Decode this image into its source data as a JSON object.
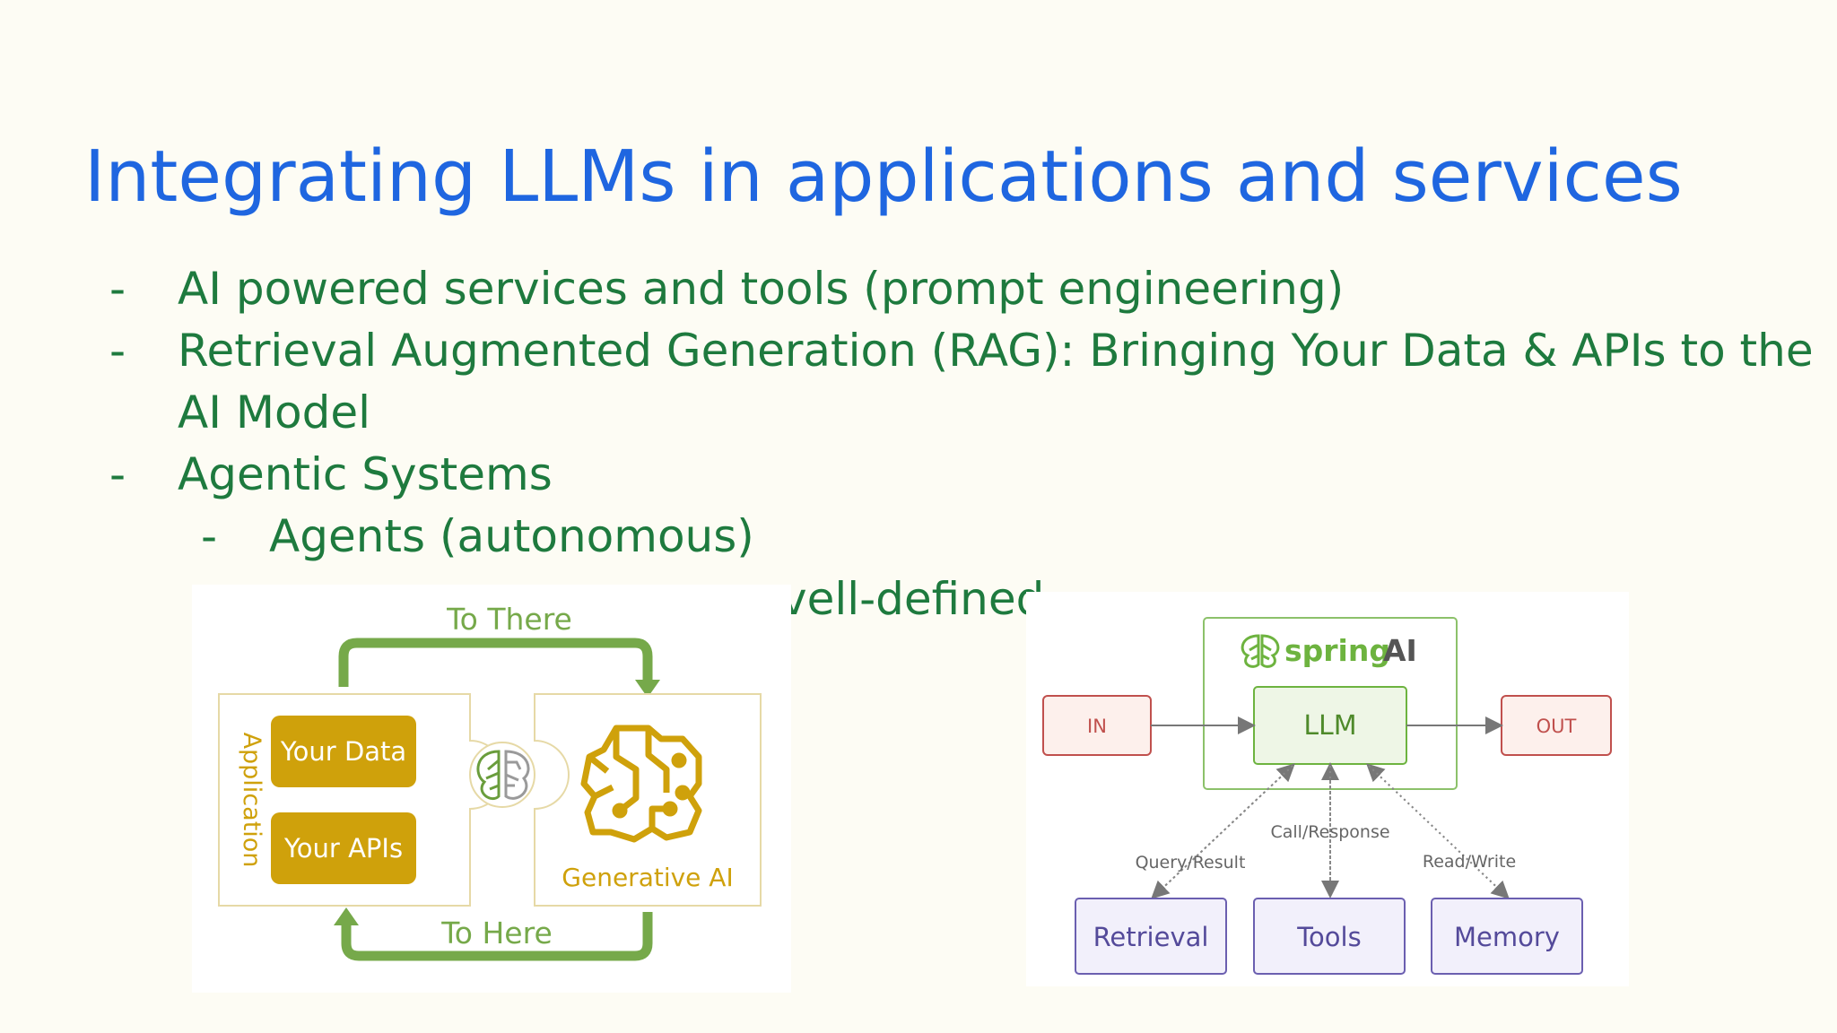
{
  "slide": {
    "title": "Integrating LLMs in applications and services",
    "bullets": [
      {
        "dash": "-",
        "text": "AI powered services and tools (prompt engineering)"
      },
      {
        "dash": "-",
        "text": "Retrieval Augmented Generation (RAG): Bringing Your Data & APIs to the"
      },
      {
        "dash": "",
        "text": "AI Model"
      },
      {
        "dash": "-",
        "text": "Agentic Systems"
      },
      {
        "dash": "-",
        "text": "Agents (autonomous)"
      },
      {
        "dash": "",
        "text": "vell-defined"
      }
    ]
  },
  "rag_diagram": {
    "top_arrow_label": "To There",
    "bottom_arrow_label": "To Here",
    "application_label": "Application",
    "data_label": "Your Data",
    "apis_label": "Your APIs",
    "genai_label": "Generative AI",
    "icons": [
      "brain-leaf-icon",
      "circuit-brain-icon"
    ],
    "colors": {
      "gold": "#cfa10b",
      "green": "#76a94a",
      "border": "#e6d9a6"
    }
  },
  "spring_diagram": {
    "brand_spring": "spring",
    "brand_ai": "AI",
    "in_label": "IN",
    "llm_label": "LLM",
    "out_label": "OUT",
    "call_response": "Call/Response",
    "query_result": "Query/Result",
    "read_write": "Read/Write",
    "retrieval": "Retrieval",
    "tools": "Tools",
    "memory": "Memory",
    "colors": {
      "spring_green": "#6db33f",
      "io_red": "#c0504d",
      "component_purple": "#6b5fb0"
    }
  }
}
